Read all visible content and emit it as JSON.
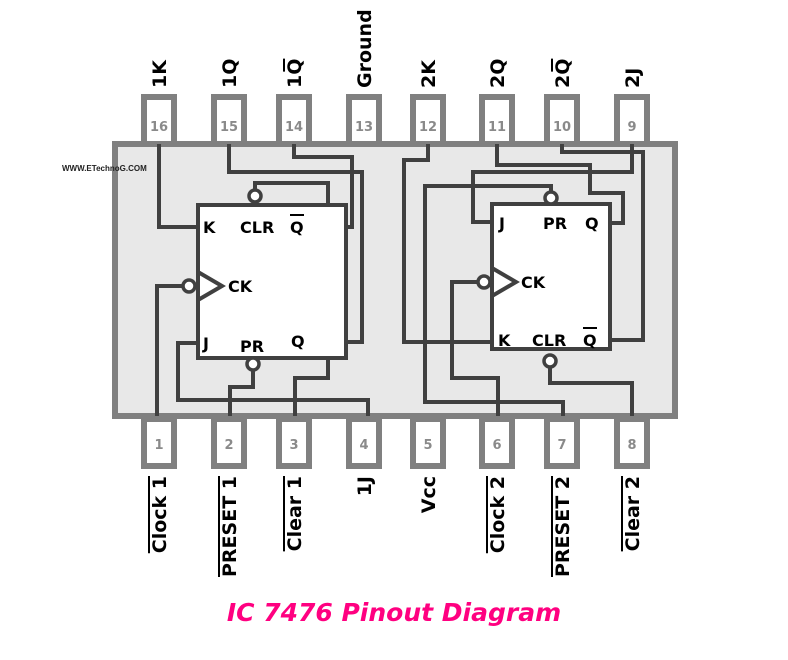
{
  "title": "IC 7476 Pinout Diagram",
  "watermark": "WWW.ETechnoG.COM",
  "colors": {
    "title": "#ff0080",
    "ic_body": "#e8e8e8",
    "ic_border": "#808080",
    "wire": "#404040",
    "pin_number": "#8a8a8a"
  },
  "top_pins": [
    {
      "number": "16",
      "label": "1K",
      "overline": false
    },
    {
      "number": "15",
      "label": "1Q",
      "overline": false
    },
    {
      "number": "14",
      "label": "1Q",
      "overline": true
    },
    {
      "number": "13",
      "label": "Ground",
      "overline": false
    },
    {
      "number": "12",
      "label": "2K",
      "overline": false
    },
    {
      "number": "11",
      "label": "2Q",
      "overline": false
    },
    {
      "number": "10",
      "label": "2Q",
      "overline": true
    },
    {
      "number": "9",
      "label": "2J",
      "overline": false
    }
  ],
  "bottom_pins": [
    {
      "number": "1",
      "label": "Clock 1",
      "overline": true
    },
    {
      "number": "2",
      "label": "PRESET 1",
      "overline": true
    },
    {
      "number": "3",
      "label": "Clear 1",
      "overline": true
    },
    {
      "number": "4",
      "label": "1J",
      "overline": false
    },
    {
      "number": "5",
      "label": "Vcc",
      "overline": false
    },
    {
      "number": "6",
      "label": "Clock 2",
      "overline": true
    },
    {
      "number": "7",
      "label": "PRESET 2",
      "overline": true
    },
    {
      "number": "8",
      "label": "Clear 2",
      "overline": true
    }
  ],
  "flipflop1": {
    "K": "K",
    "CLR": "CLR",
    "Qbar": "Q",
    "CK": "CK",
    "J": "J",
    "PR": "PR",
    "Q": "Q"
  },
  "flipflop2": {
    "J": "J",
    "PR": "PR",
    "Q": "Q",
    "CK": "CK",
    "K": "K",
    "CLR": "CLR",
    "Qbar": "Q"
  }
}
